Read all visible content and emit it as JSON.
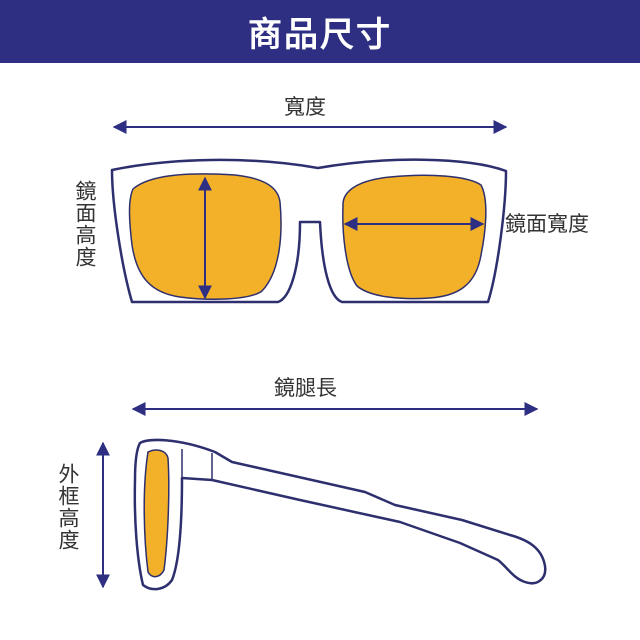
{
  "header": {
    "title": "商品尺寸"
  },
  "front_view": {
    "width_label": "寬度",
    "lens_height_label": "鏡面高度",
    "lens_width_label": "鏡面寬度"
  },
  "side_view": {
    "temple_length_label": "鏡腿長",
    "frame_height_label": "外框高度"
  },
  "colors": {
    "header_bg": "#2e2f83",
    "lens": "#f2b129",
    "frame_stroke": "#2e2f6e",
    "arrow": "#2e2f83"
  }
}
